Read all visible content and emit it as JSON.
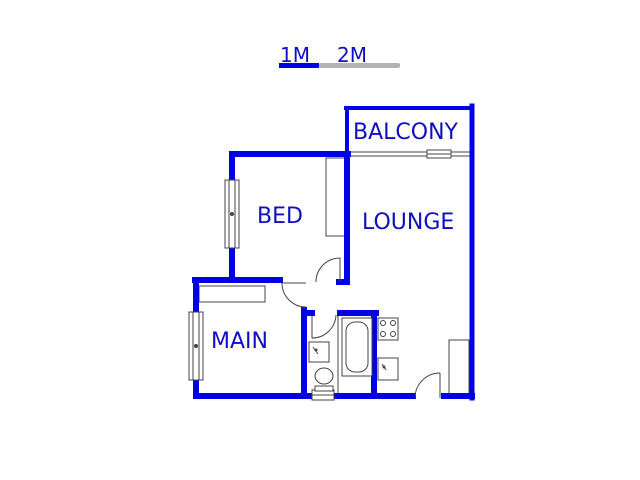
{
  "scale_bar": {
    "label_1": "1M",
    "label_2": "2M"
  },
  "rooms": {
    "balcony": "BALCONY",
    "bed": "BED",
    "lounge": "LOUNGE",
    "main": "MAIN"
  },
  "colors": {
    "wall": "#0000e6",
    "label": "#0f0fbf",
    "scale_grey": "#b4b4b4",
    "fixture_line": "#444444"
  }
}
